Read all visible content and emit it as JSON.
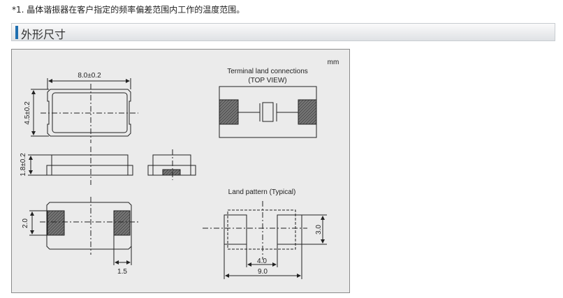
{
  "note": "*1. 晶体谐振器在客户指定的频率偏差范围内工作的温度范围。",
  "section_title": "外形尺寸",
  "diagram": {
    "unit": "mm",
    "dim_length": "8.0±0.2",
    "dim_width": "4.5±0.2",
    "dim_height": "1.8±0.2",
    "dim_pad_height": "2.0",
    "dim_pad_width": "1.5",
    "terminal_title_1": "Terminal land connections",
    "terminal_title_2": "(TOP VIEW)",
    "land_title": "Land pattern (Typical)",
    "land_dim_height": "3.0",
    "land_dim_gap": "4.0",
    "land_dim_total": "9.0"
  }
}
